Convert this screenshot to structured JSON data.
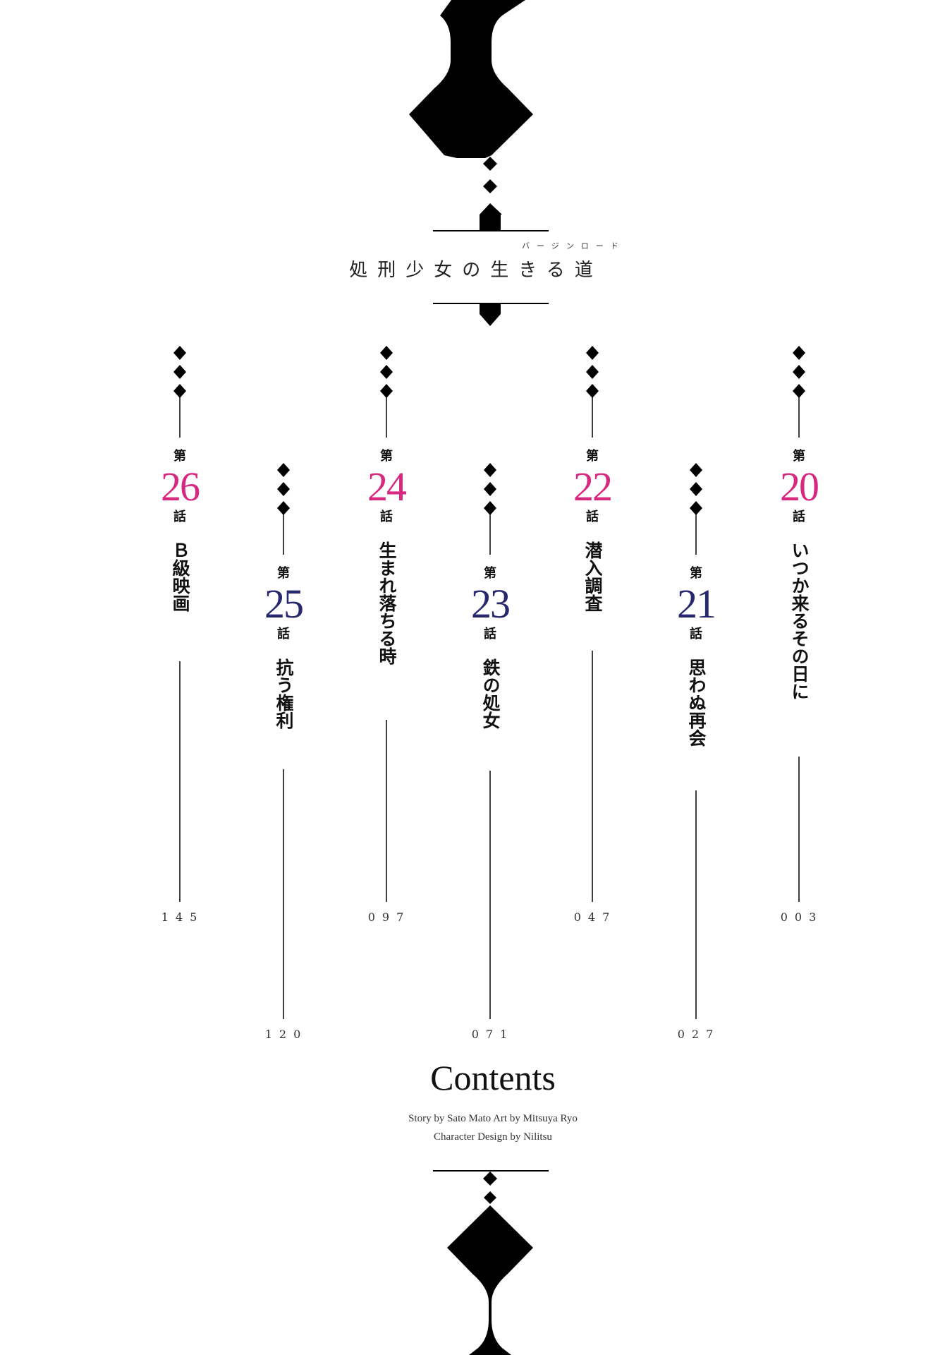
{
  "title": "処刑少女の生きる道",
  "title_ruby": "バージンロード",
  "chapters": [
    {
      "dai": "第",
      "number": "26",
      "wa": "話",
      "title": "Ｂ級映画",
      "page": "145"
    },
    {
      "dai": "第",
      "number": "25",
      "wa": "話",
      "title": "抗う権利",
      "page": "120"
    },
    {
      "dai": "第",
      "number": "24",
      "wa": "話",
      "title": "生まれ落ちる時",
      "page": "097"
    },
    {
      "dai": "第",
      "number": "23",
      "wa": "話",
      "title": "鉄の処女",
      "page": "071"
    },
    {
      "dai": "第",
      "number": "22",
      "wa": "話",
      "title": "潜入調査",
      "page": "047"
    },
    {
      "dai": "第",
      "number": "21",
      "wa": "話",
      "title": "思わぬ再会",
      "page": "027"
    },
    {
      "dai": "第",
      "number": "20",
      "wa": "話",
      "title": "いつか来るその日に",
      "page": "003"
    }
  ],
  "contents_heading": "Contents",
  "credits": {
    "line1": "Story by Sato Mato Art by Mitsuya Ryo",
    "line2": "Character Design by Nilitsu"
  },
  "colors": {
    "pink_number": "#d6287f",
    "blue_number": "#27286e"
  }
}
